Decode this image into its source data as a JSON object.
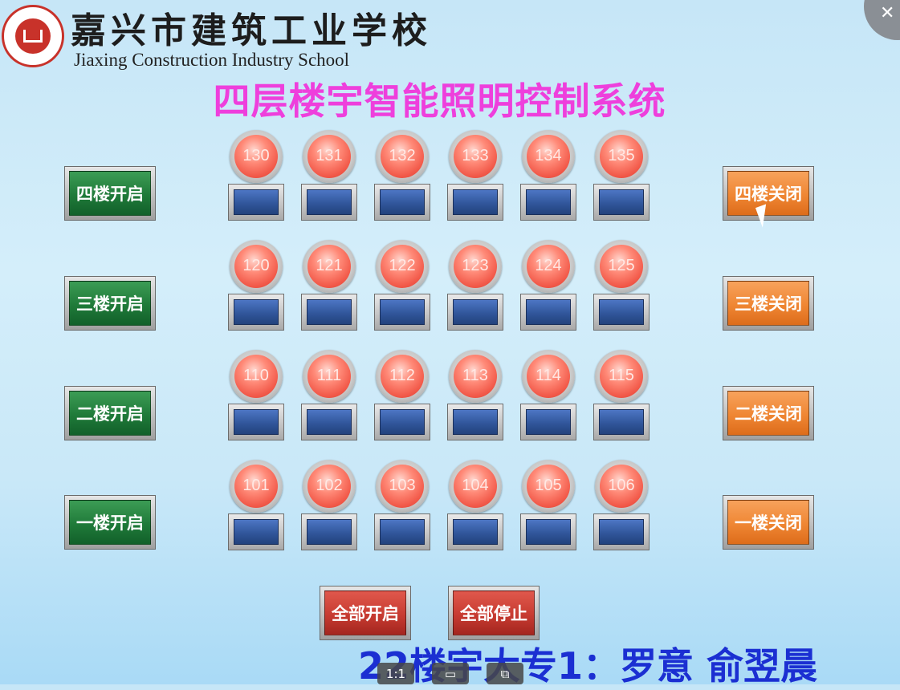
{
  "header": {
    "school_cn": "嘉兴市建筑工业学校",
    "school_en": "Jiaxing Construction Industry School"
  },
  "close_glyph": "✕",
  "title": "四层楼宇智能照明控制系统",
  "floors": [
    {
      "lamps": [
        "130",
        "131",
        "132",
        "133",
        "134",
        "135"
      ],
      "on_label": "四楼开启",
      "off_label": "四楼关闭"
    },
    {
      "lamps": [
        "120",
        "121",
        "122",
        "123",
        "124",
        "125"
      ],
      "on_label": "三楼开启",
      "off_label": "三楼关闭"
    },
    {
      "lamps": [
        "110",
        "111",
        "112",
        "113",
        "114",
        "115"
      ],
      "on_label": "二楼开启",
      "off_label": "二楼关闭"
    },
    {
      "lamps": [
        "101",
        "102",
        "103",
        "104",
        "105",
        "106"
      ],
      "on_label": "一楼开启",
      "off_label": "一楼关闭"
    }
  ],
  "all_on_label": "全部开启",
  "all_stop_label": "全部停止",
  "footer": "22楼宇大专1：罗意 俞翌晨",
  "player": {
    "btn1": "1:1",
    "btn2": "▭",
    "btn3": "⧉"
  },
  "colors": {
    "title": "#ee3fdc",
    "footer": "#1b2fd2",
    "on_button": "#1f7a39",
    "off_button": "#ef8633",
    "global_button": "#c73b31",
    "lamp": "#f25a4a",
    "switch": "#31569b"
  }
}
